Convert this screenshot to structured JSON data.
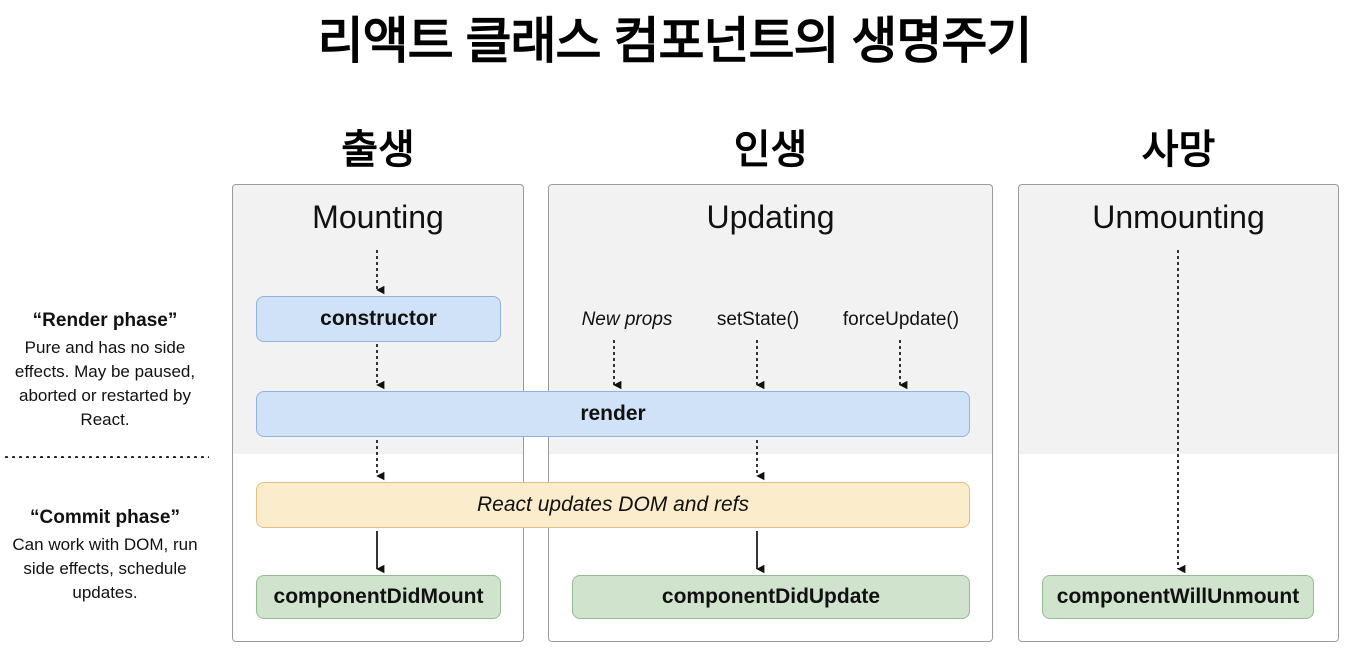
{
  "title": "리액트 클래스 컴포넌트의 생명주기",
  "stages": [
    {
      "korean": "출생",
      "english": "Mounting"
    },
    {
      "korean": "인생",
      "english": "Updating"
    },
    {
      "korean": "사망",
      "english": "Unmounting"
    }
  ],
  "notes": [
    {
      "title": "“Render phase”",
      "body": "Pure and has no side effects. May be paused, aborted or restarted by React."
    },
    {
      "title": "“Commit phase”",
      "body": "Can work with DOM, run side effects, schedule updates."
    }
  ],
  "triggers": [
    {
      "label": "New props"
    },
    {
      "label": "setState()"
    },
    {
      "label": "forceUpdate()"
    }
  ],
  "boxes": {
    "constructor": "constructor",
    "render": "render",
    "react_updates": "React updates DOM and refs",
    "component_did_mount": "componentDidMount",
    "component_did_update": "componentDidUpdate",
    "component_will_unmount": "componentWillUnmount"
  },
  "colors": {
    "render_phase_box": "#d0e2f7",
    "render_phase_border": "#8fb3dd",
    "commit_dom_box": "#fbeccb",
    "commit_dom_border": "#dcc183",
    "commit_lifecycle_box": "#cfe3cd",
    "commit_lifecycle_border": "#96bb93",
    "panel_background": "#f2f2f2",
    "panel_border": "#9b9b9b",
    "text": "#111111",
    "background": "#ffffff"
  }
}
